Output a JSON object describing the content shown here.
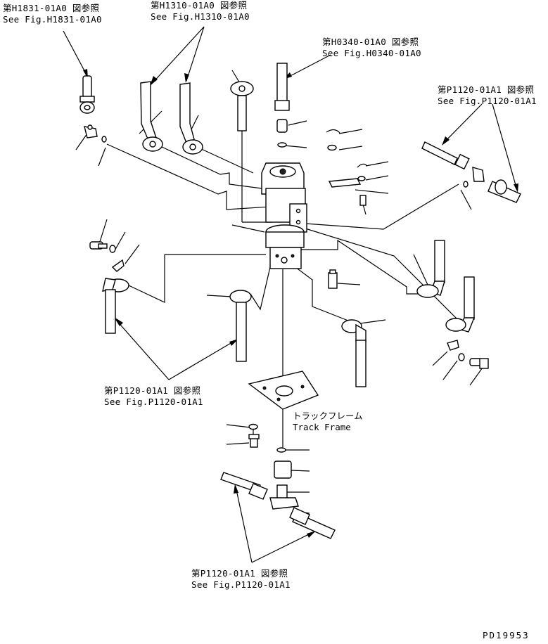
{
  "references": [
    {
      "id": "ref-h1831",
      "ja": "第H1831-01A0 図参照",
      "en": "See Fig.H1831-01A0"
    },
    {
      "id": "ref-h1310",
      "ja": "第H1310-01A0 図参照",
      "en": "See Fig.H1310-01A0"
    },
    {
      "id": "ref-h0340",
      "ja": "第H0340-01A0 図参照",
      "en": "See Fig.H0340-01A0"
    },
    {
      "id": "ref-p1120-right",
      "ja": "第P1120-01A1 図参照",
      "en": "See Fig.P1120-01A1"
    },
    {
      "id": "ref-p1120-left",
      "ja": "第P1120-01A1 図参照",
      "en": "See Fig.P1120-01A1"
    },
    {
      "id": "ref-p1120-bottom",
      "ja": "第P1120-01A1 図参照",
      "en": "See Fig.P1120-01A1"
    }
  ],
  "track_frame": {
    "ja": "トラックフレーム",
    "en": "Track Frame"
  },
  "drawing_number": "PD19953"
}
